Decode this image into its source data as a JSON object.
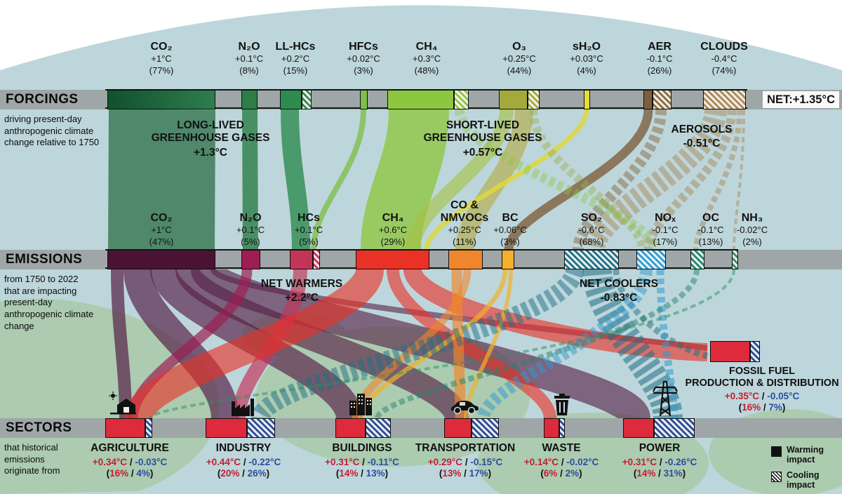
{
  "forcings": {
    "label": "FORCINGS",
    "description": "driving present-day anthropogenic climate change relative to 1750",
    "net_label": "NET:",
    "net_value": "+1.35°C",
    "items": [
      {
        "name": "CO₂",
        "temp": "+1°C",
        "pct": "(77%)"
      },
      {
        "name": "N₂O",
        "temp": "+0.1°C",
        "pct": "(8%)"
      },
      {
        "name": "LL-HCs",
        "temp": "+0.2°C",
        "pct": "(15%)"
      },
      {
        "name": "HFCs",
        "temp": "+0.02°C",
        "pct": "(3%)"
      },
      {
        "name": "CH₄",
        "temp": "+0.3°C",
        "pct": "(48%)"
      },
      {
        "name": "O₃",
        "temp": "+0.25°C",
        "pct": "(44%)"
      },
      {
        "name": "sH₂O",
        "temp": "+0.03°C",
        "pct": "(4%)"
      },
      {
        "name": "AER",
        "temp": "-0.1°C",
        "pct": "(26%)"
      },
      {
        "name": "CLOUDS",
        "temp": "-0.4°C",
        "pct": "(74%)"
      }
    ],
    "groups": [
      {
        "label": "LONG-LIVED GREENHOUSE GASES",
        "temp": "+1.3°C"
      },
      {
        "label": "SHORT-LIVED GREENHOUSE GASES",
        "temp": "+0.57°C"
      },
      {
        "label": "AEROSOLS",
        "temp": "-0.51°C"
      }
    ]
  },
  "emissions": {
    "label": "EMISSIONS",
    "description": "from 1750 to 2022 that are impacting present-day anthropogenic climate change",
    "items": [
      {
        "name": "CO₂",
        "temp": "+1°C",
        "pct": "(47%)"
      },
      {
        "name": "N₂O",
        "temp": "+0.1°C",
        "pct": "(5%)"
      },
      {
        "name": "HCs",
        "temp": "+0.1°C",
        "pct": "(5%)"
      },
      {
        "name": "CH₄",
        "temp": "+0.6°C",
        "pct": "(29%)"
      },
      {
        "name": "CO & NMVOCs",
        "temp": "+0.25°C",
        "pct": "(11%)"
      },
      {
        "name": "BC",
        "temp": "+0.06°C",
        "pct": "(3%)"
      },
      {
        "name": "SO₂",
        "temp": "-0.6°C",
        "pct": "(68%)"
      },
      {
        "name": "NOₓ",
        "temp": "-0.1°C",
        "pct": "(17%)"
      },
      {
        "name": "OC",
        "temp": "-0.1°C",
        "pct": "(13%)"
      },
      {
        "name": "NH₃",
        "temp": "-0.02°C",
        "pct": "(2%)"
      }
    ],
    "groups": [
      {
        "label": "NET WARMERS",
        "temp": "+2.2°C"
      },
      {
        "label": "NET COOLERS",
        "temp": "-0.83°C"
      }
    ]
  },
  "sectors": {
    "label": "SECTORS",
    "description": "that historical emissions originate from",
    "items": [
      {
        "name": "AGRICULTURE",
        "warm_temp": "+0.34°C",
        "cool_temp": "-0.03°C",
        "warm_pct": "16%",
        "cool_pct": "4%"
      },
      {
        "name": "INDUSTRY",
        "warm_temp": "+0.44°C",
        "cool_temp": "-0.22°C",
        "warm_pct": "20%",
        "cool_pct": "26%"
      },
      {
        "name": "BUILDINGS",
        "warm_temp": "+0.31°C",
        "cool_temp": "-0.11°C",
        "warm_pct": "14%",
        "cool_pct": "13%"
      },
      {
        "name": "TRANSPORTATION",
        "warm_temp": "+0.29°C",
        "cool_temp": "-0.15°C",
        "warm_pct": "13%",
        "cool_pct": "17%"
      },
      {
        "name": "WASTE",
        "warm_temp": "+0.14°C",
        "cool_temp": "-0.02°C",
        "warm_pct": "6%",
        "cool_pct": "2%"
      },
      {
        "name": "POWER",
        "warm_temp": "+0.31°C",
        "cool_temp": "-0.26°C",
        "warm_pct": "14%",
        "cool_pct": "31%"
      }
    ],
    "fossil_fuel": {
      "name_line1": "FOSSIL FUEL",
      "name_line2": "PRODUCTION & DISTRIBUTION",
      "warm_temp": "+0.35°C",
      "cool_temp": "-0.05°C",
      "warm_pct": "16%",
      "cool_pct": "7%"
    }
  },
  "legend": {
    "warming": "Warming impact",
    "cooling": "Cooling impact"
  },
  "punct": {
    "slash": " / ",
    "open": "(",
    "close": ")"
  },
  "colors": {
    "warming_text": "#c22033",
    "cooling_text": "#2b4ea0",
    "sector_warm": "#dd2b3c",
    "sector_cool": "#2c4b93",
    "bar_gray": "#9fa6a7",
    "ocean": "#bdd6db",
    "land": "#a5c79e"
  }
}
